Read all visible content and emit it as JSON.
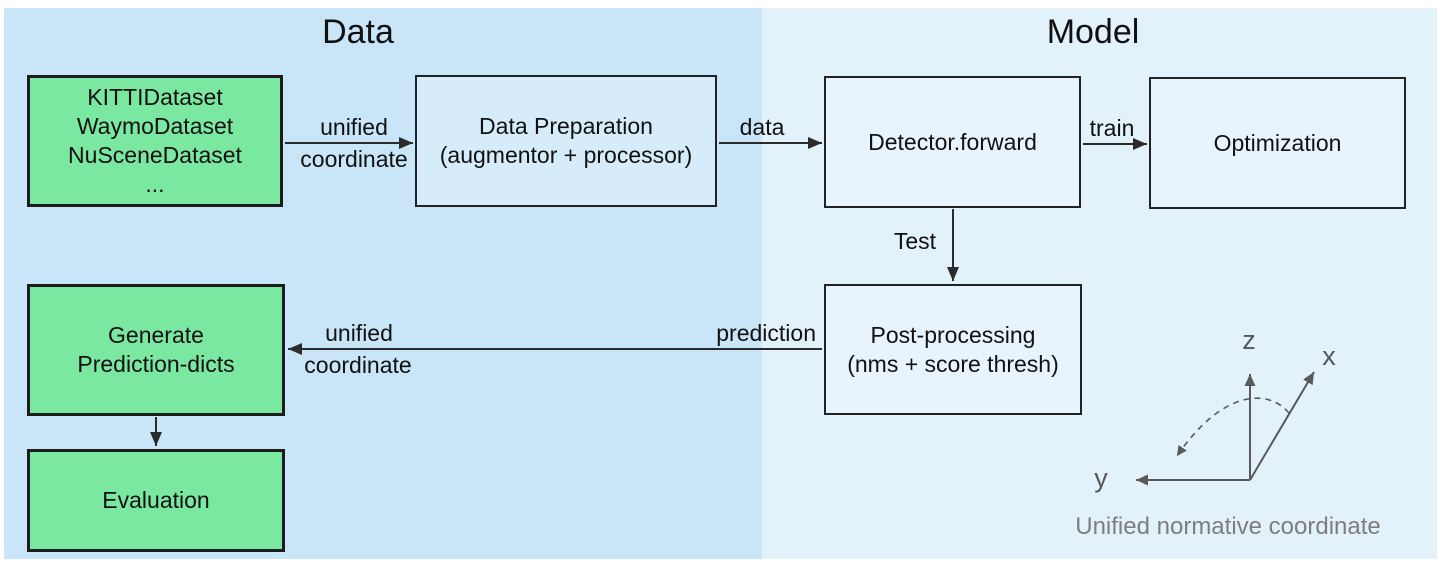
{
  "sections": {
    "data": {
      "title": "Data"
    },
    "model": {
      "title": "Model"
    }
  },
  "boxes": {
    "datasets": {
      "lines": [
        "KITTIDataset",
        "WaymoDataset",
        "NuSceneDataset",
        "..."
      ]
    },
    "data_preparation": {
      "lines": [
        "Data Preparation",
        "(augmentor + processor)"
      ]
    },
    "detector_forward": {
      "lines": [
        "Detector.forward"
      ]
    },
    "optimization": {
      "lines": [
        "Optimization"
      ]
    },
    "post_processing": {
      "lines": [
        "Post-processing",
        "(nms + score thresh)"
      ]
    },
    "generate_prediction": {
      "lines": [
        "Generate",
        "Prediction-dicts"
      ]
    },
    "evaluation": {
      "lines": [
        "Evaluation"
      ]
    }
  },
  "arrow_labels": {
    "unified_coordinate_top": {
      "line1": "unified",
      "line2": "coordinate"
    },
    "data": "data",
    "train": "train",
    "test": "Test",
    "prediction": "prediction",
    "unified_coordinate_bottom": {
      "line1": "unified",
      "line2": "coordinate"
    }
  },
  "axes": {
    "z": "z",
    "x": "x",
    "y": "y",
    "caption": "Unified normative coordinate"
  },
  "colors": {
    "data_region_bg": "#c9e6f8",
    "model_region_bg": "#e3f1fb",
    "dataset_box_fill": "#7be8a1",
    "data_prep_box_fill": "#d6ecfb",
    "model_box_fill": "#e8f4fd",
    "box_border": "#1c1c1c",
    "arrow": "#2b2b2b",
    "axes": "#595959",
    "caption_text": "#7e7e7e"
  }
}
